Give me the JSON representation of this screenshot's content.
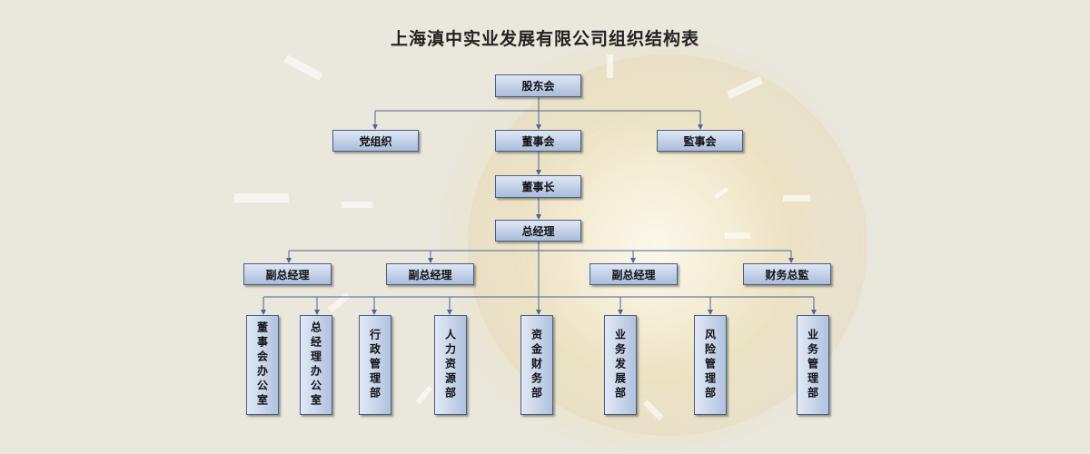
{
  "title": "上海滇中实业发展有限公司组织结构表",
  "org": {
    "shareholders": "股东会",
    "party": "党组织",
    "board": "董事会",
    "supervisors": "監事会",
    "chairman": "董事长",
    "general_manager": "总经理",
    "deputies": [
      "副总经理",
      "副总经理",
      "副总经理"
    ],
    "finance_director": "财务总監",
    "departments": [
      "董事会办公室",
      "总经理办公室",
      "行政管理部",
      "人力资源部",
      "资金财务部",
      "业务发展部",
      "风险管理部",
      "业务管理部"
    ]
  }
}
